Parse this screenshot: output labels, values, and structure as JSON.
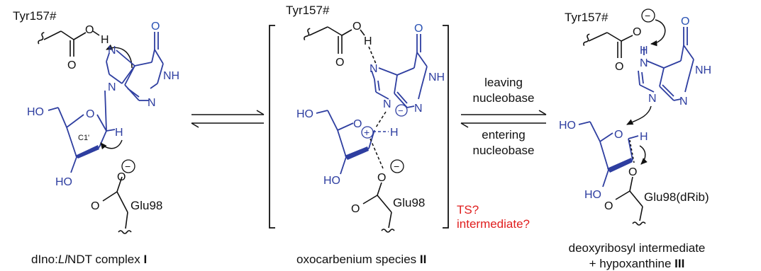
{
  "colors": {
    "ink": "#111111",
    "structure_blue": "#2E3EA0",
    "carbonyl_blue": "#2A52B4",
    "warning_red": "#E01E1E",
    "background": "#FFFFFF"
  },
  "panel_1": {
    "tyr_label": "Tyr157#",
    "glu_label": "Glu98",
    "c1_label": "C1'",
    "caption_prefix": "dIno:",
    "caption_italic": "Ll",
    "caption_mid": "NDT complex ",
    "caption_bold": "I"
  },
  "panel_2": {
    "tyr_label": "Tyr157#",
    "glu_label": "Glu98",
    "ts_label": "TS?",
    "intermediate_label": "intermediate?",
    "caption_text": "oxocarbenium species ",
    "caption_bold": "II"
  },
  "panel_3": {
    "tyr_label": "Tyr157#",
    "glu_label": "Glu98(dRib)",
    "caption_line1": "deoxyribosyl intermediate",
    "caption_line2": "+ hypoxanthine ",
    "caption_bold": "III"
  },
  "equilibrium_2": {
    "top_line1": "leaving",
    "top_line2": "nucleobase",
    "bottom_line1": "entering",
    "bottom_line2": "nucleobase"
  },
  "atoms": {
    "oxygen": "O",
    "hydrogen": "H",
    "nitrogen": "N",
    "nh": "NH",
    "ho": "HO",
    "minus": "−",
    "plus": "+"
  }
}
